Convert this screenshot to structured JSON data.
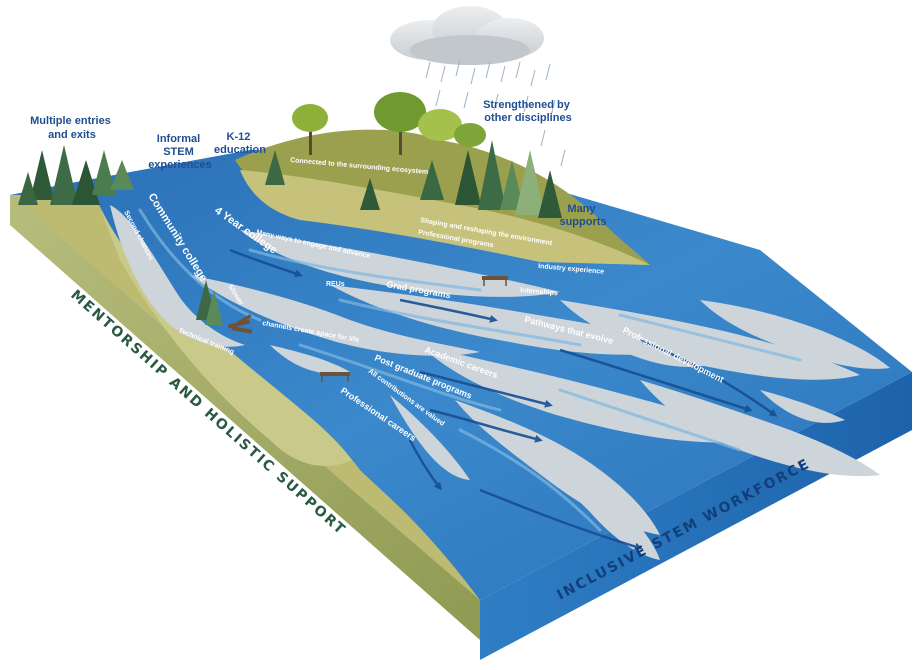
{
  "labels": {
    "multiple_entries_1": "Multiple entries",
    "multiple_entries_2": "and exits",
    "informal_1": "Informal",
    "informal_2": "STEM",
    "informal_3": "experiences",
    "k12_1": "K-12",
    "k12_2": "education",
    "strengthened_1": "Strengthened by",
    "strengthened_2": "other disciplines",
    "many_supports_1": "Many",
    "many_supports_2": "supports",
    "connected": "Connected to the surrounding ecosystem",
    "community_college": "Community college",
    "second_chances": "Second chances",
    "four_year": "4 Year college",
    "many_ways": "Many ways to engage and advance",
    "shaping": "Shaping and reshaping the environment",
    "professional_programs": "Professional programs",
    "industry_experience": "Industry experience",
    "reus": "REUs",
    "grad_programs": "Grad programs",
    "internships": "Internships",
    "slower": "Slower",
    "channels_create": "channels create space for life",
    "technical_training": "Technical training",
    "pathways_evolve": "Pathways that evolve",
    "professional_development": "Professional development",
    "academic_careers": "Academic careers",
    "post_graduate": "Post graduate programs",
    "all_contributions": "All contributions are valued",
    "professional_careers": "Professional careers",
    "mentorship": "MENTORSHIP AND HOLISTIC SUPPORT",
    "workforce": "INCLUSIVE STEM WORKFORCE"
  },
  "colors": {
    "water_deep": "#1f64ad",
    "water_mid": "#3d8ccf",
    "water_light": "#7fb8e2",
    "sand": "#cdd3d8",
    "grass": "#c8c27a",
    "grass_dark": "#8f9a4a",
    "side_left": "#a9b16a",
    "side_front": "#2a78c0",
    "label_dark": "#1f4e91"
  }
}
